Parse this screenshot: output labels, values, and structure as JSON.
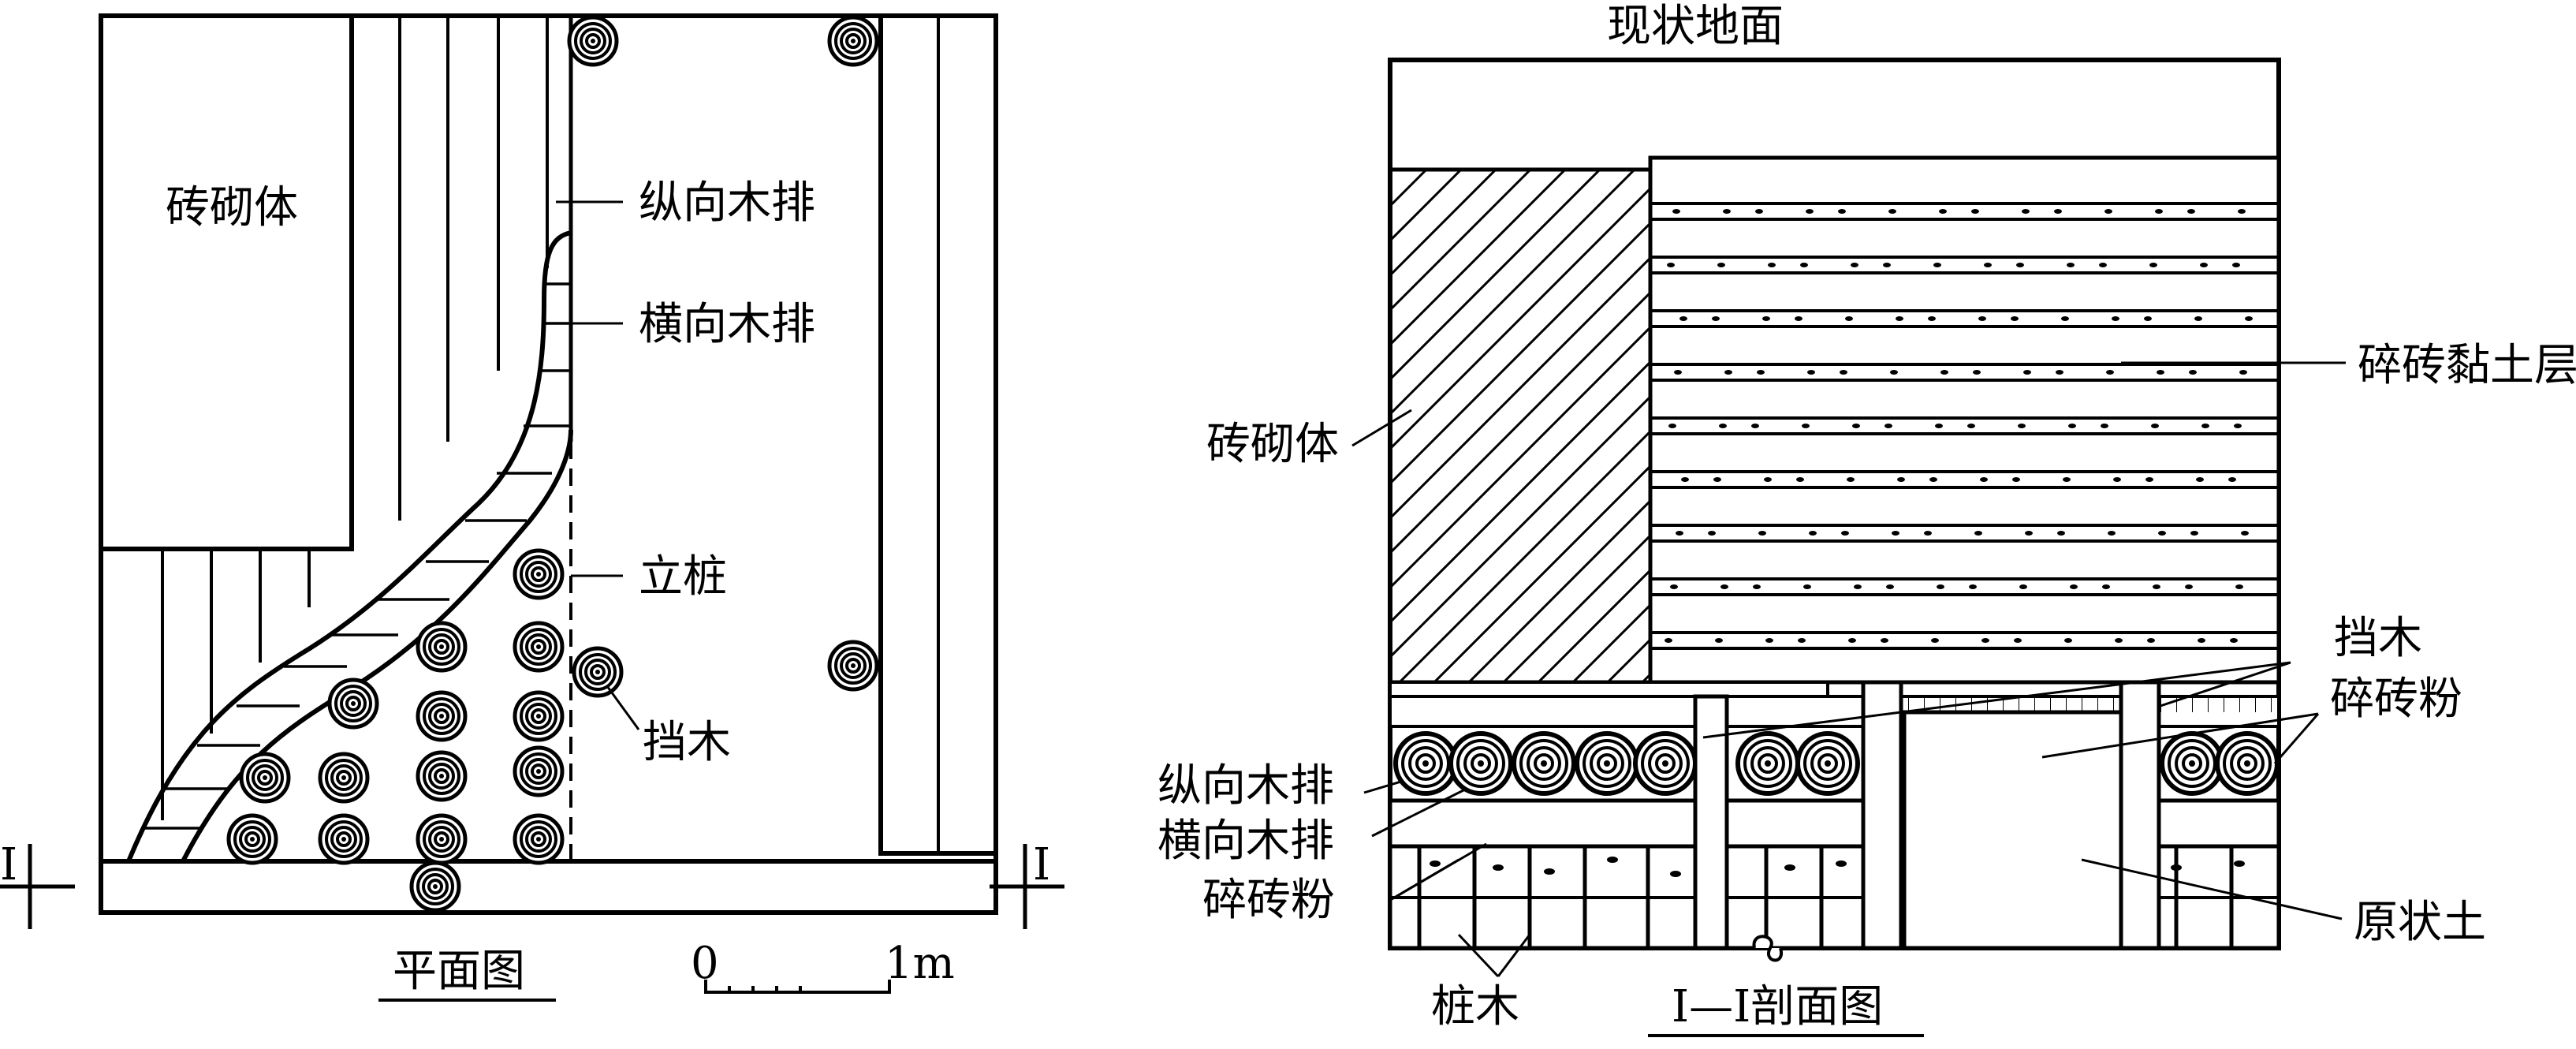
{
  "plan": {
    "labels": {
      "masonry": "砖砌体",
      "longitudinal_raft": "纵向木排",
      "transverse_raft": "横向木排",
      "stake": "立桩",
      "retaining_wood": "挡木"
    },
    "title": "平面图",
    "section_mark_left": "I",
    "section_mark_right": "I",
    "scale": {
      "start": "0",
      "end": "1m"
    }
  },
  "section": {
    "labels": {
      "ground": "现状地面",
      "brick_clay_layer": "碎砖黏土层",
      "masonry": "砖砌体",
      "retaining_wood": "挡木",
      "brick_powder_right": "碎砖粉",
      "longitudinal_raft": "纵向木排",
      "transverse_raft": "横向木排",
      "brick_powder_left": "碎砖粉",
      "original_soil": "原状土",
      "piles": "桩木"
    },
    "title": "I—I剖面图"
  },
  "colors": {
    "ink": "#000000",
    "paper": "#ffffff"
  }
}
